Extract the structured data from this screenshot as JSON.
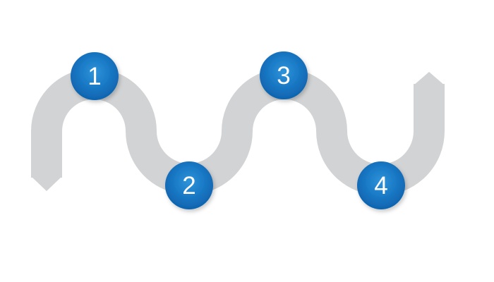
{
  "diagram": {
    "type": "serpentine-process-path",
    "background_color": "#ffffff",
    "path_color": "#d1d3d4",
    "node_gradient": {
      "inner": "#2e94da",
      "mid": "#1a7ac6",
      "outer": "#0b5ba6"
    },
    "node_text_color": "#ffffff",
    "steps": [
      {
        "label": "1",
        "position": "peak"
      },
      {
        "label": "2",
        "position": "trough"
      },
      {
        "label": "3",
        "position": "peak"
      },
      {
        "label": "4",
        "position": "trough"
      }
    ]
  }
}
